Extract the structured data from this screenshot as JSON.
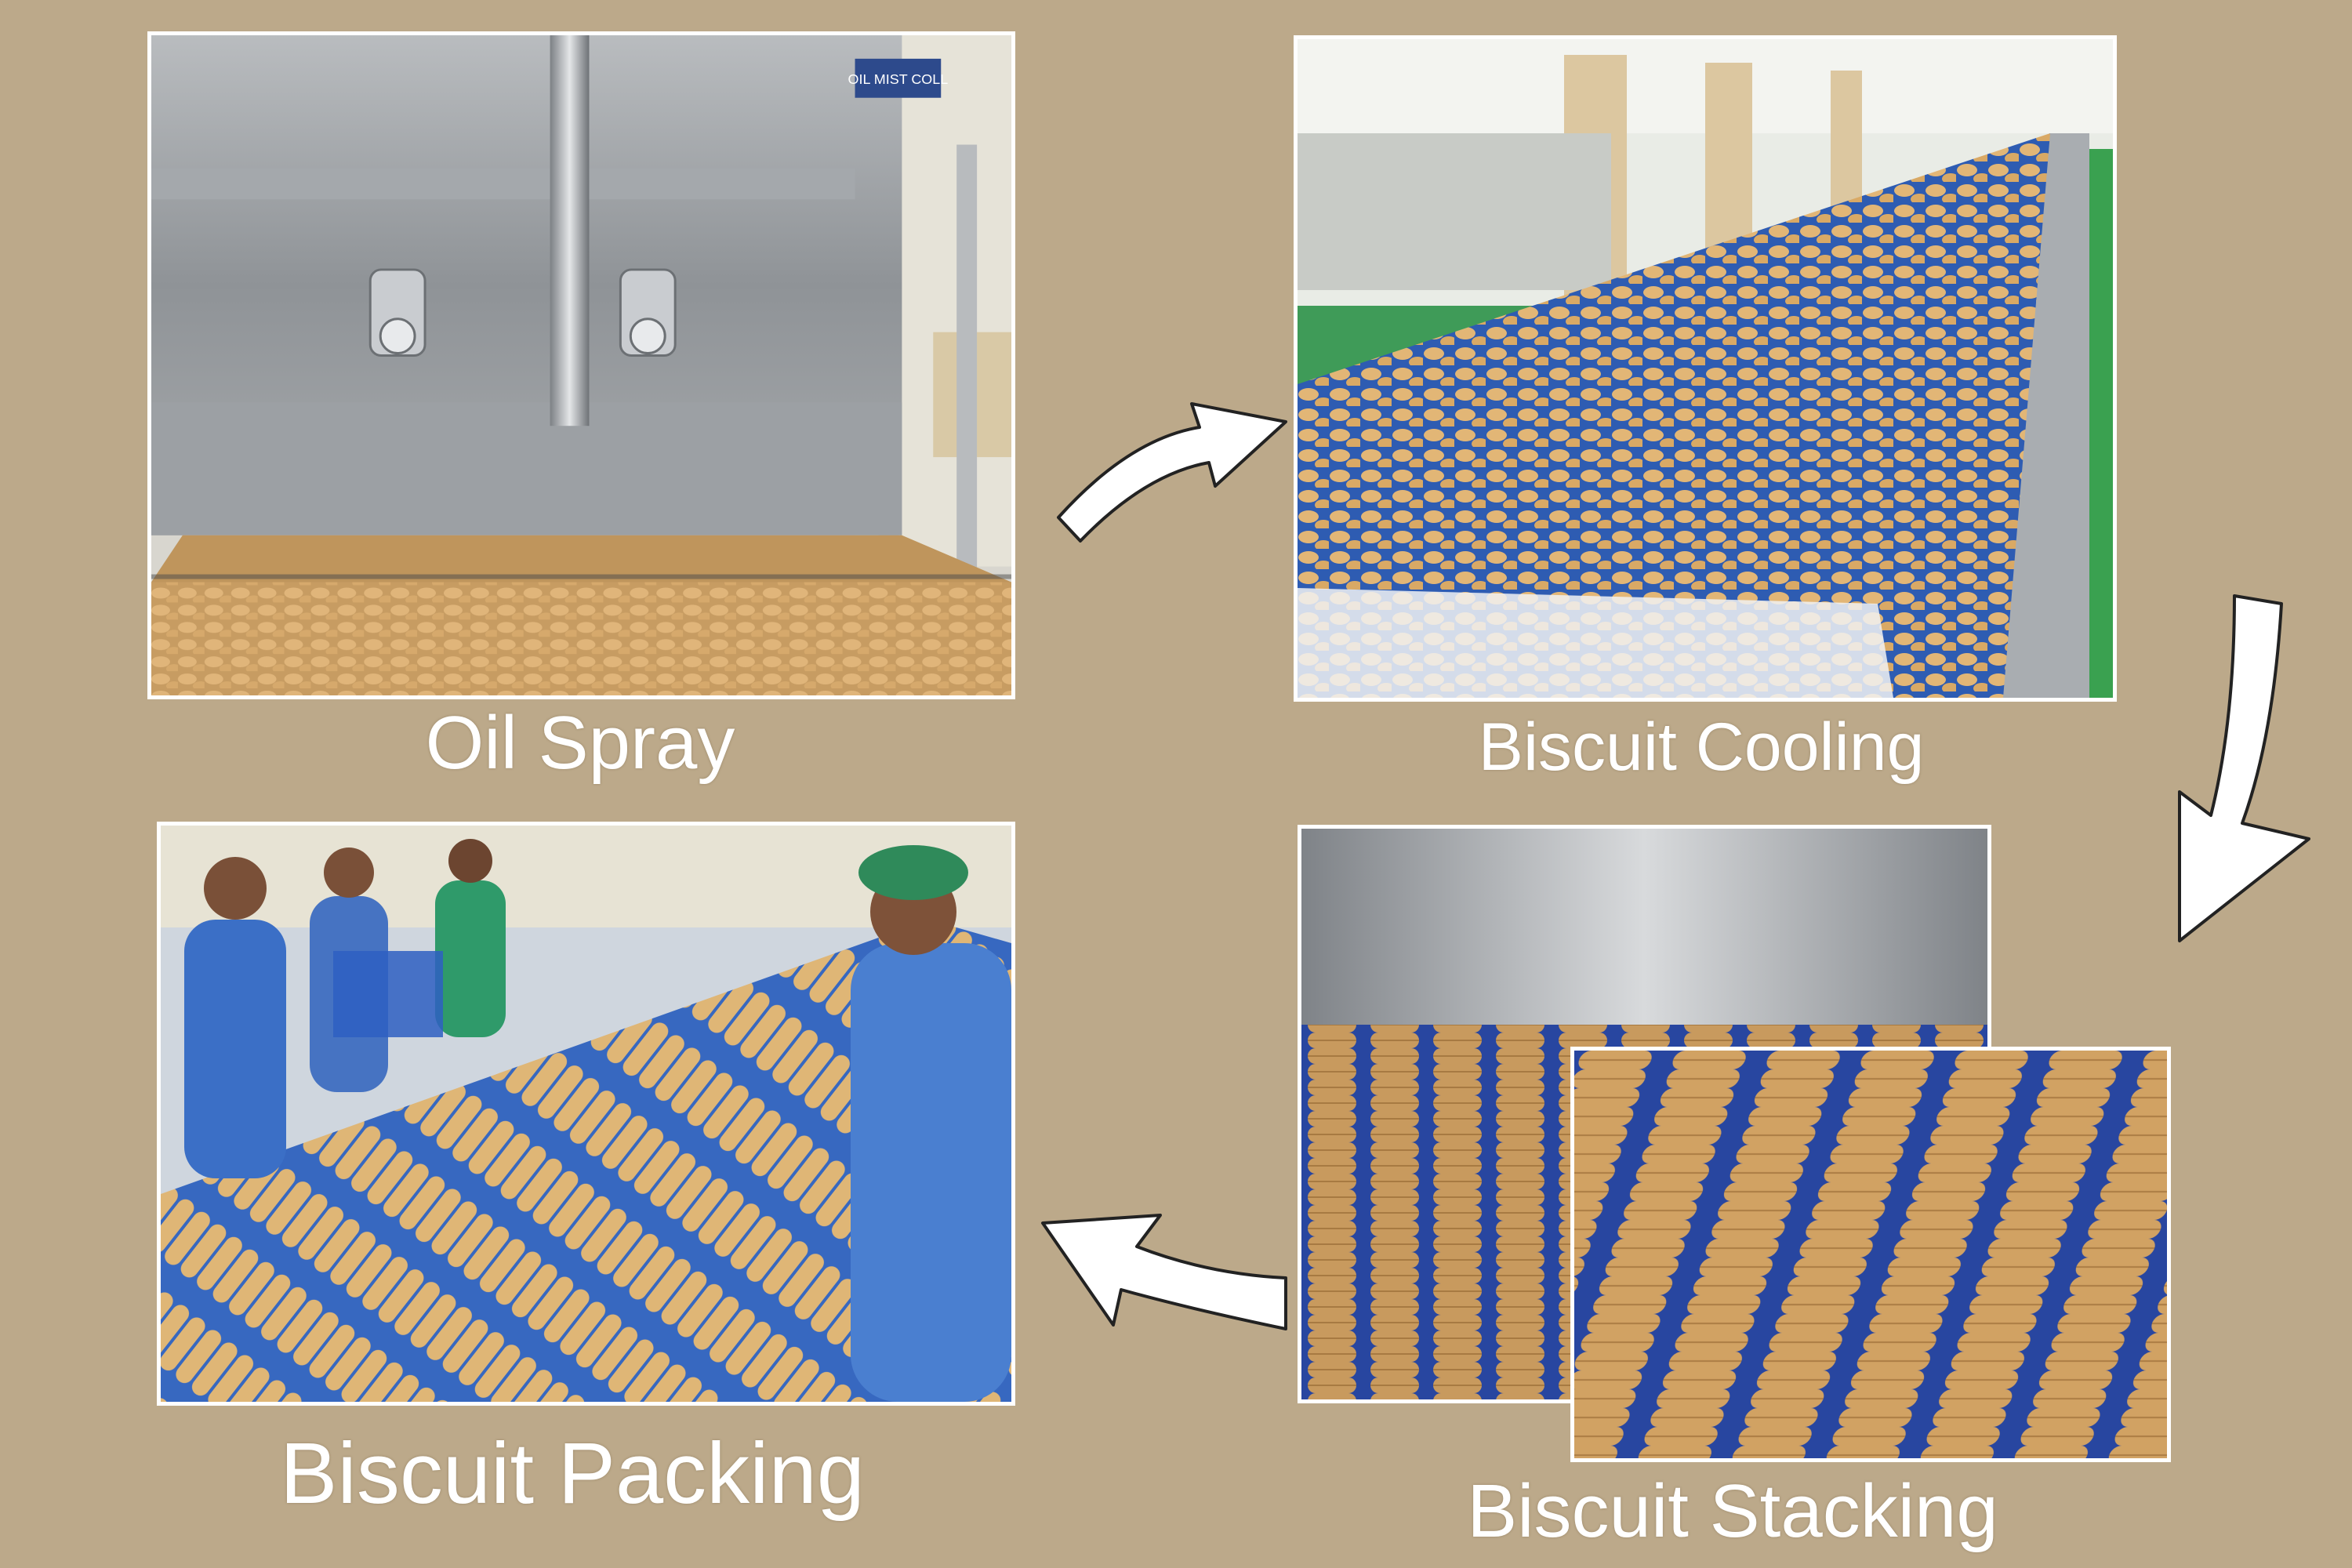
{
  "steps": [
    {
      "id": "oil-spray",
      "label": "Oil Spray"
    },
    {
      "id": "biscuit-cooling",
      "label": "Biscuit Cooling"
    },
    {
      "id": "biscuit-stacking",
      "label": "Biscuit Stacking"
    },
    {
      "id": "biscuit-packing",
      "label": "Biscuit Packing"
    }
  ],
  "photos": {
    "oil_spray": {
      "machine_sign": "OIL MIST COLL"
    }
  },
  "flow": [
    "oil-spray",
    "biscuit-cooling",
    "biscuit-stacking",
    "biscuit-packing"
  ],
  "colors": {
    "background": "#bca98a",
    "caption": "#ffffff",
    "arrow_fill": "#ffffff",
    "arrow_outline": "#222222",
    "conveyor": "#2d5bb0",
    "biscuit": "#d9a965",
    "steel": "#9ea3a8"
  },
  "icons": [
    "curved-arrow-icon"
  ]
}
